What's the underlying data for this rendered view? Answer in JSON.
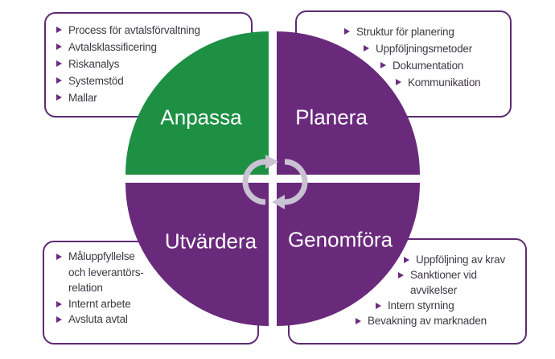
{
  "colors": {
    "green": "#1d9044",
    "purple": "#6a2a7c",
    "box_border": "#5e2a74",
    "bullet": "#6c2c80",
    "text": "#3d3944",
    "label_text": "#ffffff",
    "arrow": "#c8c2d2",
    "background": "#ffffff"
  },
  "quadrants": {
    "top_left": {
      "label": "Anpassa",
      "color_key": "green"
    },
    "top_right": {
      "label": "Planera",
      "color_key": "purple"
    },
    "bottom_left": {
      "label": "Utvärdera",
      "color_key": "purple"
    },
    "bottom_right": {
      "label": "Genomföra",
      "color_key": "purple"
    }
  },
  "center_icon": "cycle-arrows",
  "callouts": {
    "top_left": {
      "rows": [
        {
          "bullet": true,
          "text": "Process för avtalsförvaltning"
        },
        {
          "bullet": true,
          "text": "Avtalsklassificering"
        },
        {
          "bullet": true,
          "text": "Riskanalys"
        },
        {
          "bullet": true,
          "text": "Systemstöd"
        },
        {
          "bullet": true,
          "text": "Mallar"
        }
      ]
    },
    "top_right": {
      "rows": [
        {
          "bullet": true,
          "text": "Struktur för planering"
        },
        {
          "bullet": true,
          "text": "Uppföljningsmetoder"
        },
        {
          "bullet": true,
          "text": "Dokumentation"
        },
        {
          "bullet": true,
          "text": "Kommunikation"
        }
      ]
    },
    "bottom_left": {
      "rows": [
        {
          "bullet": true,
          "text": "Måluppfyllelse"
        },
        {
          "bullet": false,
          "text": "och leverantörs-"
        },
        {
          "bullet": false,
          "text": "relation"
        },
        {
          "bullet": true,
          "text": "Internt arbete"
        },
        {
          "bullet": true,
          "text": "Avsluta avtal"
        }
      ]
    },
    "bottom_right": {
      "rows": [
        {
          "bullet": true,
          "text": "Uppföljning av krav"
        },
        {
          "bullet": true,
          "text": "Sanktioner vid"
        },
        {
          "bullet": false,
          "text": "avvikelser"
        },
        {
          "bullet": true,
          "text": "Intern styrning"
        },
        {
          "bullet": true,
          "text": "Bevakning av marknaden"
        }
      ]
    }
  }
}
